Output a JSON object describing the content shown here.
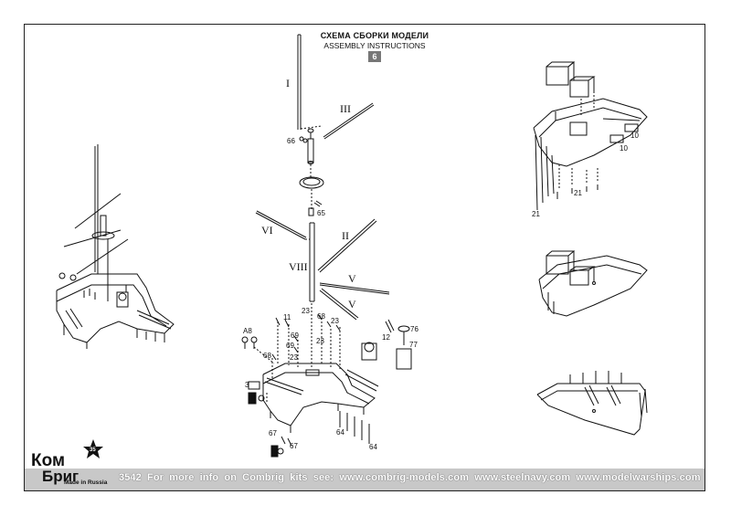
{
  "header": {
    "title_ru": "СХЕМА СБОРКИ МОДЕЛИ",
    "title_en": "ASSEMBLY INSTRUCTIONS",
    "step_number": "6"
  },
  "labels": {
    "mast_I": "I",
    "yard_III": "III",
    "yard_VI": "VI",
    "yard_II": "II",
    "mast_VIII": "VIII",
    "yard_V_upper": "V",
    "yard_V_lower": "V",
    "part_66": "66",
    "part_65": "65",
    "part_23a": "23",
    "part_68a": "68",
    "part_23b": "23",
    "part_11": "11",
    "part_69a": "69",
    "part_69b": "69",
    "part_23c": "23",
    "part_68b": "68",
    "part_A8": "A8",
    "part_76": "76",
    "part_12": "12",
    "part_77": "77",
    "part_3": "3",
    "part_67a": "67",
    "part_67b": "67",
    "part_64a": "64",
    "part_64b": "64",
    "part_10a": "10",
    "part_10b": "10",
    "part_21a": "21",
    "part_21b": "21"
  },
  "logo": {
    "line1": "Ком",
    "line2": "Бриг",
    "tagline": "Made in Russia",
    "star_number": "35"
  },
  "footer": {
    "text": "3542   For more info on Combrig kits see:   www.combrig-models.com   www.steelnavy.com   www.modelwarships.com"
  },
  "colors": {
    "line": "#111111",
    "footer_bg": "#c8c8c8",
    "step_bg": "#777777"
  }
}
